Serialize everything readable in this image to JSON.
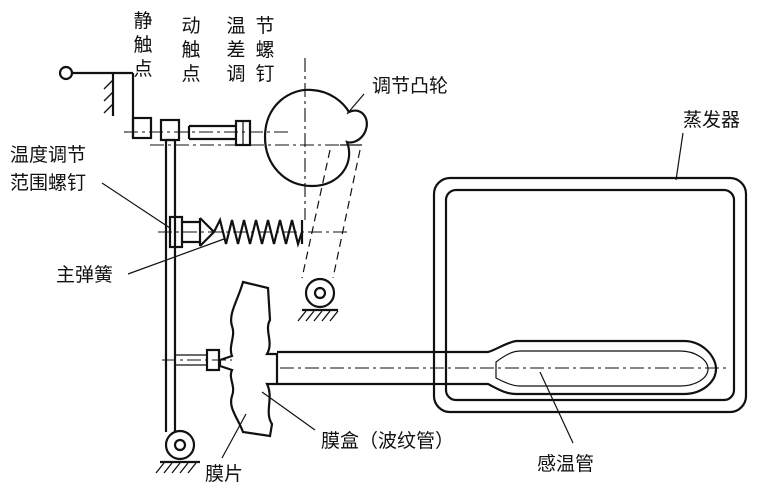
{
  "labels": {
    "static_contact": [
      "静",
      "触",
      "点"
    ],
    "moving_contact": [
      "动",
      "触",
      "点"
    ],
    "diff_screw_col1": [
      "温",
      "差",
      "调"
    ],
    "diff_screw_col2": [
      "节",
      "螺",
      "钉"
    ],
    "cam": "调节凸轮",
    "evaporator": "蒸发器",
    "range_screw_line1": "温度调节",
    "range_screw_line2": "范围螺钉",
    "main_spring": "主弹簧",
    "bellows": "膜盒（波纹管）",
    "diaphragm": "膜片",
    "sensing_tube": "感温管"
  }
}
